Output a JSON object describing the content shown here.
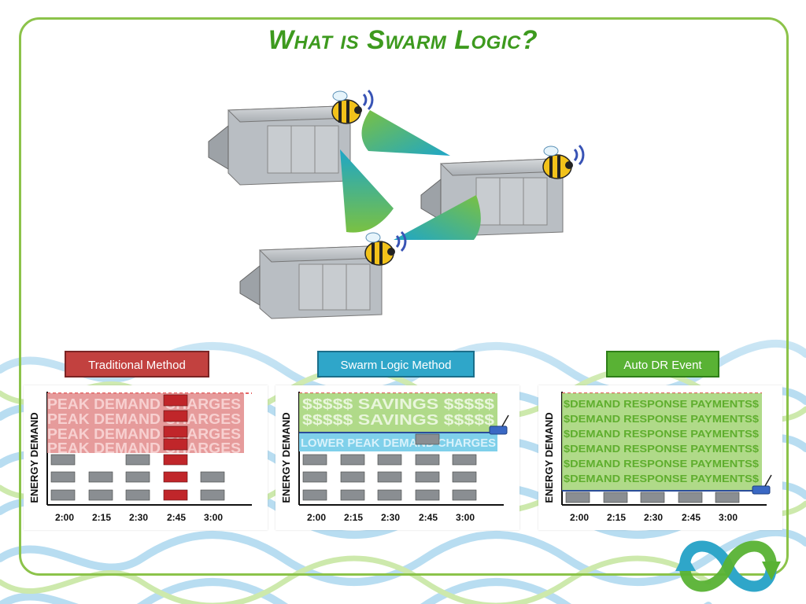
{
  "slide": {
    "title": "What is Swarm Logic?"
  },
  "colors": {
    "title": "#3d9a1e",
    "frame": "#8cc34a",
    "traditional": "#c2413f",
    "swarm": "#2fa6c9",
    "auto_dr": "#59b234"
  },
  "methods": {
    "traditional": "Traditional Method",
    "swarm": "Swarm Logic  Method",
    "auto_dr": "Auto DR Event"
  },
  "charts": {
    "ylabel": "ENERGY DEMAND",
    "times": [
      "2:00",
      "2:15",
      "2:30",
      "2:45",
      "3:00"
    ],
    "traditional_band": "PEAK DEMAND CHARGES",
    "swarm_savings": "$$$$$ SAVINGS $$$$$",
    "swarm_lower": "LOWER PEAK DEMAND CHARGES",
    "dr_payments": "$DEMAND RESPONSE PAYMENTS$"
  },
  "icons": {
    "hero": "rooftop-units-with-bees-signal",
    "logo": "cycle-arrows-logo"
  }
}
